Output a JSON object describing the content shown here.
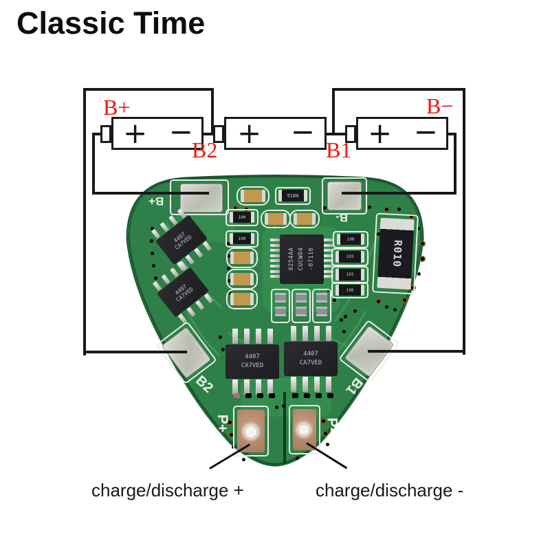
{
  "brand": {
    "title": "Classic Time"
  },
  "wiring": {
    "terminal_positive": "B+",
    "terminal_negative": "B−",
    "tap_b2": "B2",
    "tap_b1": "B1",
    "cell_positive": "+",
    "cell_negative": "−",
    "label_color": "#f3130d"
  },
  "pcb": {
    "silkscreen": {
      "b_plus": "B+",
      "b_minus": "B-",
      "b2": "B2",
      "b1": "B1",
      "p_plus": "P+",
      "p_minus": "P-"
    },
    "markings": {
      "protection_ic": [
        "8254AA",
        "CUCW04",
        "-07116"
      ],
      "mosfet_line1": "4407",
      "mosfet_line2": "CA7VED",
      "shunt_resistor": "R010",
      "resistor_top": "5180",
      "smd_100": "100",
      "smd_103": "103"
    },
    "colors": {
      "board": "#2e8048",
      "board_edge": "#1b5530",
      "silkscreen": "#eef3ea",
      "pad_silver": "#c9cbc2",
      "pad_copper": "#b3876a"
    }
  },
  "captions": {
    "left": "charge/discharge +",
    "right": "charge/discharge -"
  }
}
